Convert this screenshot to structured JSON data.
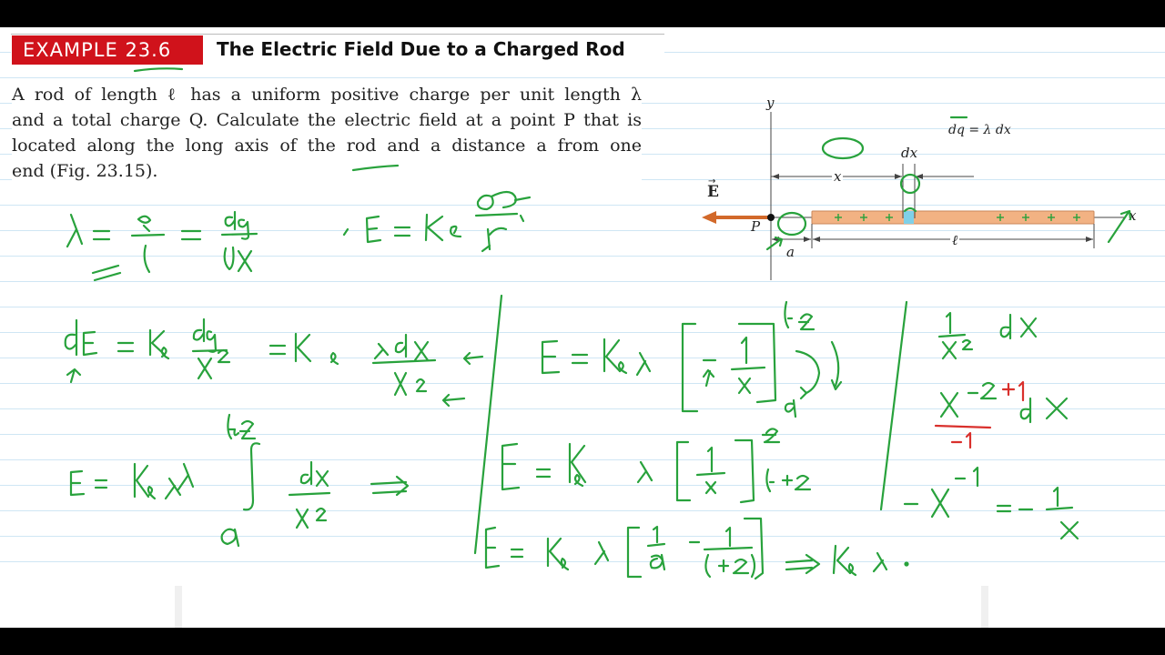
{
  "example": {
    "badge": "EXAMPLE 23.6",
    "title": "The Electric Field Due to a Charged Rod"
  },
  "problem": {
    "line1": "A rod of length ℓ has a uniform positive charge per unit length λ",
    "line2": "and a total charge Q. Calculate the electric field at a point P that is",
    "line3": "located along the long axis of the rod and a distance a from one",
    "line4": "end (Fig. 23.15)."
  },
  "figure": {
    "axis_y": "y",
    "axis_x": "x",
    "e_vector": "E",
    "point": "P",
    "dist_a": "a",
    "var_x": "x",
    "dx": "dx",
    "length": "ℓ",
    "dq": "dq = λ dx"
  },
  "colors": {
    "badge": "#d0121b",
    "ink": "#28a23c",
    "ink_red": "#d9302c",
    "rod": "#f2b283",
    "e_arrow": "#d2692a",
    "rule_lines": "#cfe6f4"
  }
}
